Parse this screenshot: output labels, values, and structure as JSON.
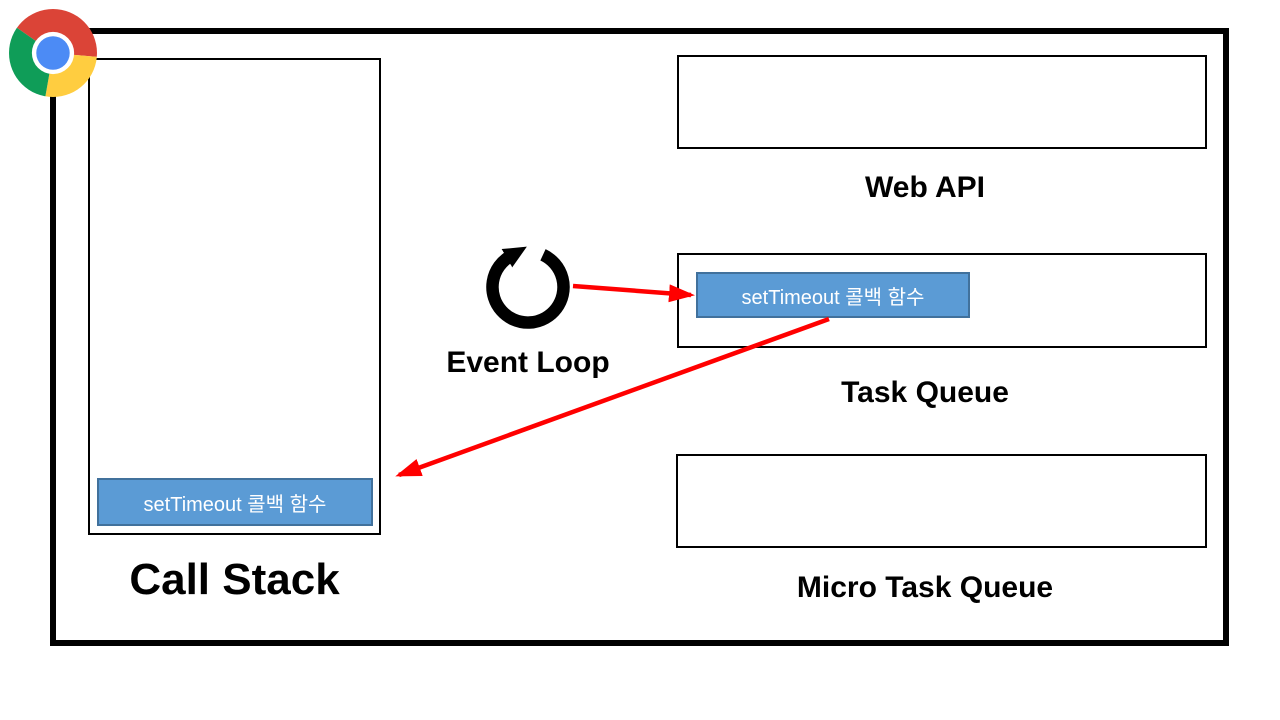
{
  "logo": {
    "name": "Google Chrome"
  },
  "sections": {
    "call_stack": {
      "label": "Call Stack",
      "items": [
        "setTimeout 콜백 함수"
      ]
    },
    "web_api": {
      "label": "Web API",
      "items": []
    },
    "task_queue": {
      "label": "Task Queue",
      "items": [
        "setTimeout 콜백 함수"
      ]
    },
    "micro_task_queue": {
      "label": "Micro Task Queue",
      "items": []
    },
    "event_loop": {
      "label": "Event Loop",
      "icon": "loop-circular-arrow-icon"
    }
  },
  "arrows": [
    {
      "from": "event-loop-icon",
      "to": "task-queue-callback-chip"
    },
    {
      "from": "task-queue-callback-chip",
      "to": "call-stack-box"
    }
  ],
  "colors": {
    "chip_fill": "#5B9BD5",
    "chip_border": "#41719C",
    "chip_text": "#FFFFFF",
    "arrow_red": "#FF0000",
    "ink": "#000000",
    "chrome_red": "#DB4437",
    "chrome_yellow": "#FFCD40",
    "chrome_green": "#0F9D58",
    "chrome_blue": "#4C8BF5"
  }
}
